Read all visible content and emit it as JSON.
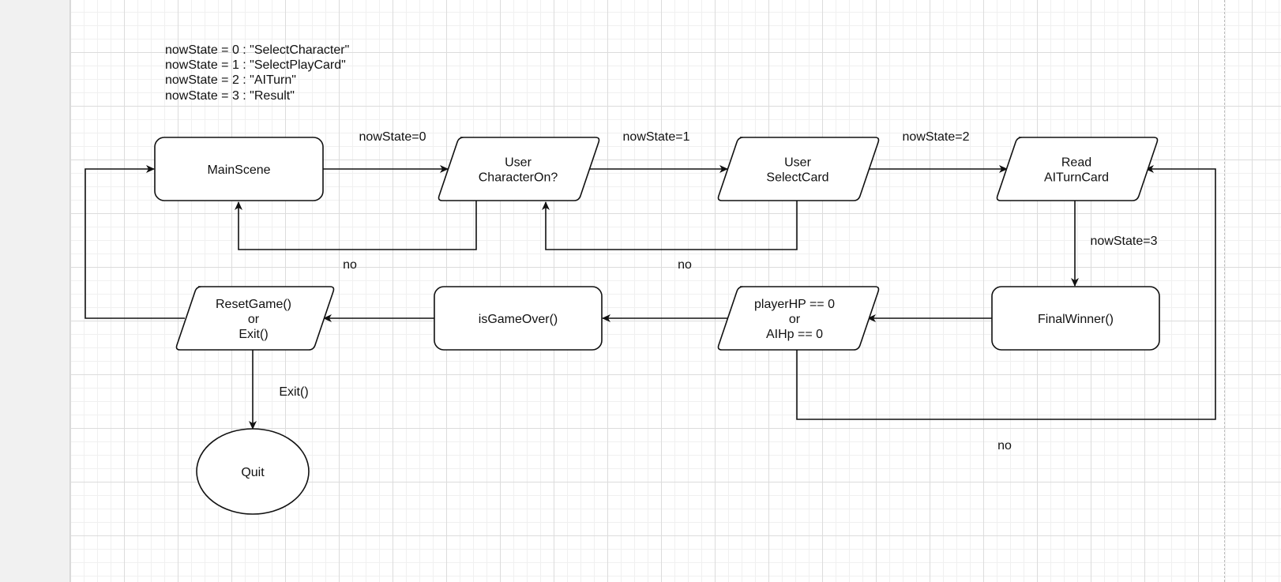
{
  "legend": [
    "nowState = 0 : \"SelectCharacter\"",
    "nowState = 1 : \"SelectPlayCard\"",
    "nowState = 2 : \"AITurn\"",
    "nowState = 3 : \"Result\""
  ],
  "nodes": {
    "main_scene": [
      "MainScene"
    ],
    "user_character_on": [
      "User",
      "CharacterOn?"
    ],
    "user_select_card": [
      "User",
      "SelectCard"
    ],
    "read_ai_turn_card": [
      "Read",
      "AITurnCard"
    ],
    "final_winner": [
      "FinalWinner()"
    ],
    "hp_check": [
      "playerHP == 0",
      "or",
      "AIHp == 0"
    ],
    "is_game_over": [
      "isGameOver()"
    ],
    "reset_or_exit": [
      "ResetGame()",
      "or",
      "Exit()"
    ],
    "quit": [
      "Quit"
    ]
  },
  "edge_labels": {
    "state0": "nowState=0",
    "state1": "nowState=1",
    "state2": "nowState=2",
    "state3": "nowState=3",
    "no_character": "no",
    "no_card": "no",
    "no_hp": "no",
    "exit": "Exit()"
  }
}
